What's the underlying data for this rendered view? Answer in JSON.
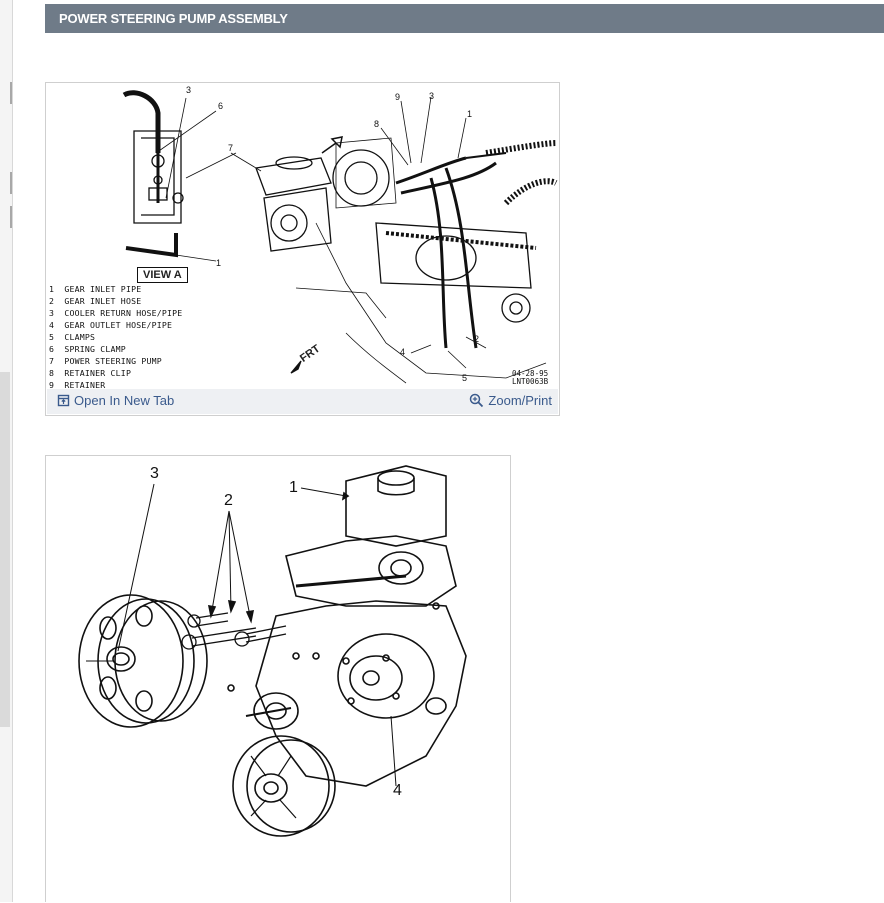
{
  "header": {
    "title": "POWER STEERING PUMP ASSEMBLY"
  },
  "figure1": {
    "view_label": "VIEW A",
    "frt_label": "FRT",
    "stamp_line1": "04-28-95",
    "stamp_line2": "LNT0063B",
    "callouts": [
      "3",
      "6",
      "7",
      "1",
      "9",
      "3",
      "8",
      "1",
      "2",
      "4",
      "5"
    ],
    "legend": [
      "1  GEAR INLET PIPE",
      "2  GEAR INLET HOSE",
      "3  COOLER RETURN HOSE/PIPE",
      "4  GEAR OUTLET HOSE/PIPE",
      "5  CLAMPS",
      "6  SPRING CLAMP",
      "7  POWER STEERING PUMP",
      "8  RETAINER CLIP",
      "9  RETAINER"
    ],
    "actions": {
      "open_tab": "Open In New Tab",
      "zoom": "Zoom/Print"
    }
  },
  "figure2": {
    "callouts": [
      "3",
      "2",
      "1",
      "4"
    ]
  }
}
